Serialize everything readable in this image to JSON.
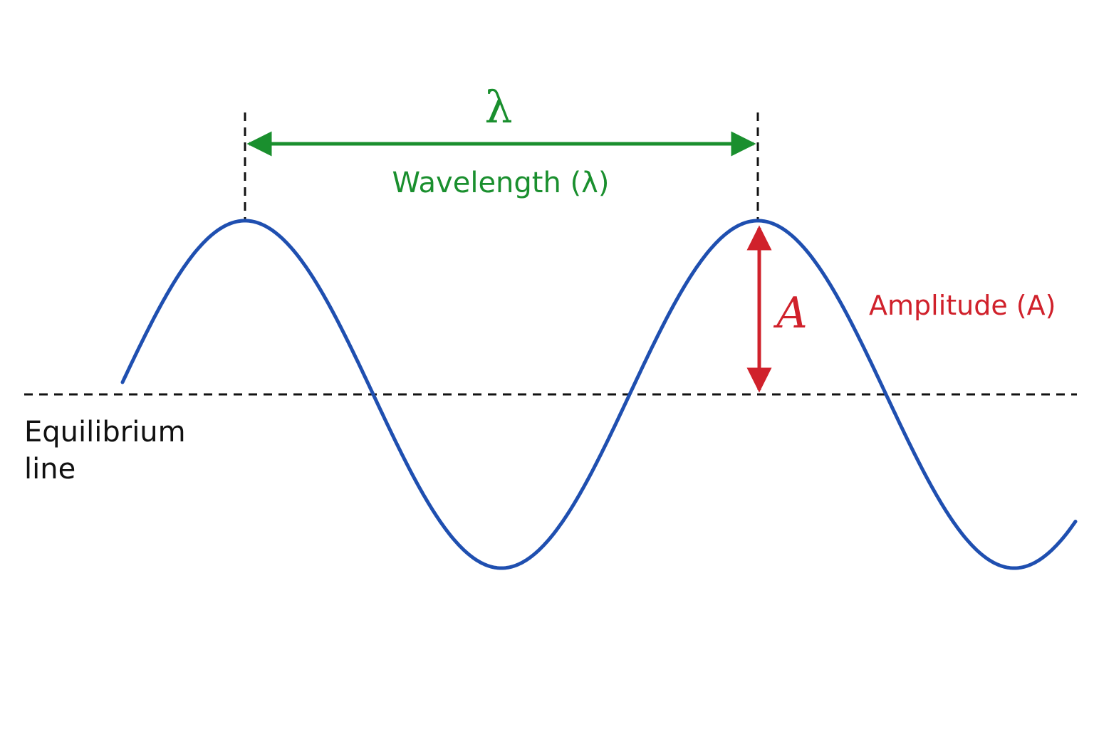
{
  "labels": {
    "lambda_symbol": "λ",
    "wavelength": "Wavelength (λ)",
    "amplitude_symbol": "A",
    "amplitude": "Amplitude (A)",
    "equilibrium_line1": "Equilibrium",
    "equilibrium_line2": "line"
  },
  "colors": {
    "wave": "#1f4fb0",
    "wavelength": "#1a8f2e",
    "amplitude": "#d0212b",
    "guides": "#111111",
    "text": "#111111"
  }
}
